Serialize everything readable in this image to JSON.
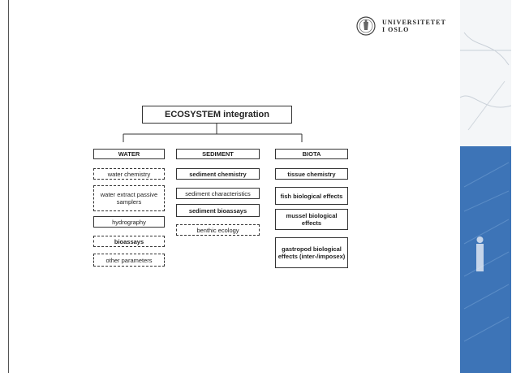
{
  "logo": {
    "line1": "UNIVERSITETET",
    "line2": "I OSLO",
    "seal_icon": "university-seal-icon"
  },
  "diagram": {
    "title": "ECOSYSTEM integration",
    "columns": {
      "water": {
        "header": "WATER",
        "items": [
          "water chemistry",
          "water extract passive samplers",
          "hydrography",
          "bioassays",
          "other parameters"
        ]
      },
      "sediment": {
        "header": "SEDIMENT",
        "items": [
          "sediment chemistry",
          "sediment characteristics",
          "sediment bioassays",
          "benthic ecology"
        ]
      },
      "biota": {
        "header": "BIOTA",
        "items": [
          "tissue chemistry",
          "fish biological effects",
          "mussel biological effects",
          "gastropod biological effects (inter-/imposex)"
        ]
      }
    }
  },
  "colors": {
    "band_blue": "#3d74b7",
    "band_light": "#f4f6f8",
    "border": "#333333"
  }
}
